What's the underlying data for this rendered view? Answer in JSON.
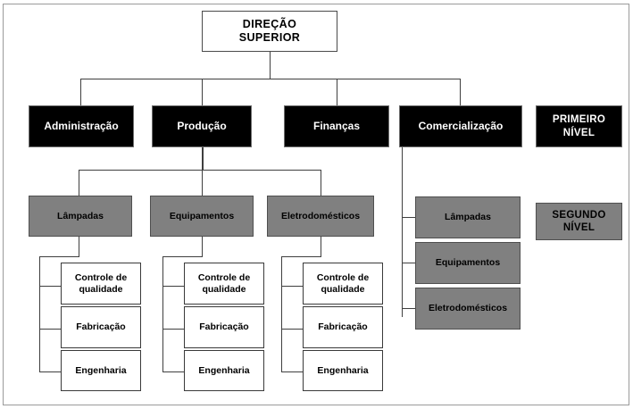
{
  "diagram": {
    "title_root": "DIREÇÃO\nSUPERIOR",
    "level1": [
      {
        "label": "Administração"
      },
      {
        "label": "Produção"
      },
      {
        "label": "Finanças"
      },
      {
        "label": "Comercialização"
      }
    ],
    "level2_production": [
      {
        "label": "Lâmpadas"
      },
      {
        "label": "Equipamentos"
      },
      {
        "label": "Eletrodomésticos"
      }
    ],
    "level2_commercial": [
      {
        "label": "Lâmpadas"
      },
      {
        "label": "Equipamentos"
      },
      {
        "label": "Eletrodomésticos"
      }
    ],
    "level3_lampadas": [
      {
        "label": "Controle de\nqualidade"
      },
      {
        "label": "Fabricação"
      },
      {
        "label": "Engenharia"
      }
    ],
    "level3_equipamentos": [
      {
        "label": "Controle de\nqualidade"
      },
      {
        "label": "Fabricação"
      },
      {
        "label": "Engenharia"
      }
    ],
    "level3_eletrodomesticos": [
      {
        "label": "Controle de\nqualidade"
      },
      {
        "label": "Fabricação"
      },
      {
        "label": "Engenharia"
      }
    ],
    "legend": {
      "first_level": "PRIMEIRO\nNÍVEL",
      "second_level": "SEGUNDO\nNÍVEL"
    },
    "colors": {
      "level1_fill": "#000000",
      "level1_text": "#ffffff",
      "level2_fill": "#808080",
      "level2_text": "#000000",
      "level3_fill": "#ffffff",
      "level3_text": "#000000",
      "connector": "#3f3f3f",
      "frame": "#9a9a9a"
    }
  }
}
